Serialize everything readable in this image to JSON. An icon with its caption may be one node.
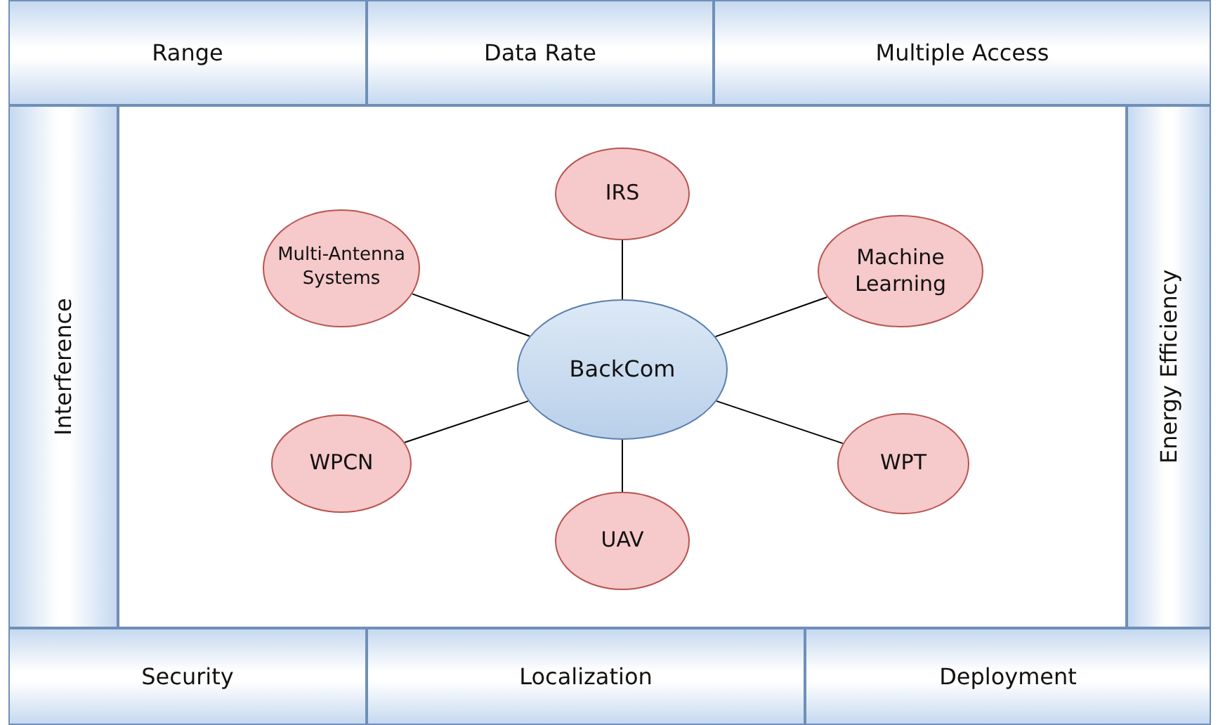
{
  "diagram": {
    "nodes": [
      {
        "text": [
          "Range"
        ]
      },
      {
        "text": [
          "Data Rate"
        ]
      },
      {
        "text": [
          "Multiple Access"
        ]
      },
      {
        "text": [
          "Interference"
        ]
      },
      {
        "text": [
          "Energy Efficiency"
        ]
      },
      {
        "text": [
          "Security"
        ]
      },
      {
        "text": [
          "Localization"
        ]
      },
      {
        "text": [
          "Deployment"
        ]
      },
      {
        "text": [
          "IRS"
        ]
      },
      {
        "text": [
          "Multi-Antenna Systems"
        ]
      },
      {
        "text": [
          "Machine Learning"
        ]
      },
      {
        "text": [
          "BackCom"
        ]
      },
      {
        "text": [
          "WPCN"
        ]
      },
      {
        "text": [
          "WPT"
        ]
      },
      {
        "text": [
          "UAV"
        ]
      }
    ],
    "edges": [
      {
        "from": 11,
        "to": 9,
        "arrow": "none"
      },
      {
        "from": 11,
        "to": 8,
        "arrow": "none"
      },
      {
        "from": 11,
        "to": 10,
        "arrow": "none"
      },
      {
        "from": 11,
        "to": 12,
        "arrow": "none"
      },
      {
        "from": 11,
        "to": 14,
        "arrow": "none"
      },
      {
        "from": 11,
        "to": 13,
        "arrow": "none"
      }
    ]
  }
}
